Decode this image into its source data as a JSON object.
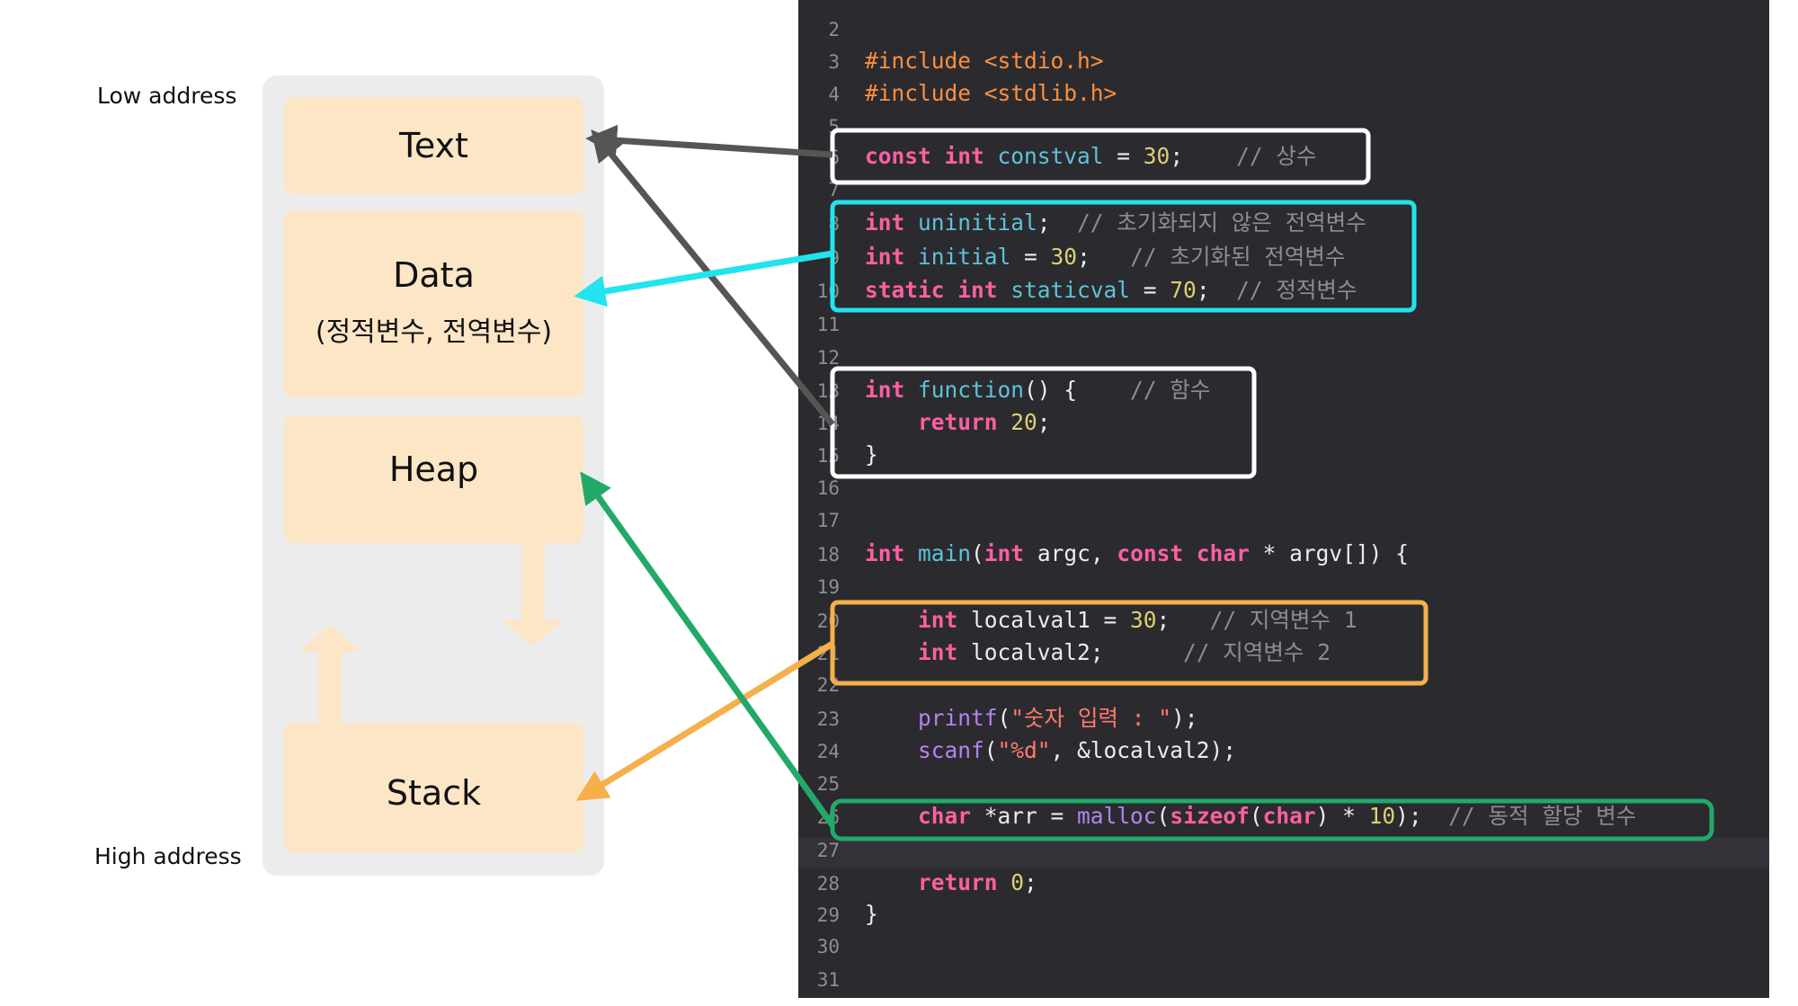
{
  "memory": {
    "low_label": "Low address",
    "high_label": "High address",
    "segments": {
      "text": "Text",
      "data": "Data",
      "data_sub": "(정적변수, 전역변수)",
      "heap": "Heap",
      "stack": "Stack"
    }
  },
  "colors": {
    "text_box": "#ffffff",
    "text_arrow": "#555555",
    "data": "#22e3ee",
    "stack": "#f5b04c",
    "heap": "#22a96a",
    "segment_fill": "#fde6c6",
    "panel_fill": "#ececec",
    "code_bg": "#2b2b2f"
  },
  "code": {
    "lines": [
      {
        "n": "2",
        "parts": []
      },
      {
        "n": "3",
        "parts": [
          {
            "t": "#include <stdio.h>",
            "c": "pp"
          }
        ]
      },
      {
        "n": "4",
        "parts": [
          {
            "t": "#include <stdlib.h>",
            "c": "pp"
          }
        ]
      },
      {
        "n": "5",
        "parts": []
      },
      {
        "n": "6",
        "parts": [
          {
            "t": "const int ",
            "c": "kw"
          },
          {
            "t": "constval",
            "c": "idf"
          },
          {
            "t": " = ",
            "c": "plain"
          },
          {
            "t": "30",
            "c": "num"
          },
          {
            "t": ";    ",
            "c": "plain"
          },
          {
            "t": "// 상수",
            "c": "cmt"
          }
        ]
      },
      {
        "n": "7",
        "parts": []
      },
      {
        "n": "8",
        "parts": [
          {
            "t": "int ",
            "c": "kw"
          },
          {
            "t": "uninitial",
            "c": "idf"
          },
          {
            "t": ";  ",
            "c": "plain"
          },
          {
            "t": "// 초기화되지 않은 전역변수",
            "c": "cmt"
          }
        ]
      },
      {
        "n": "9",
        "parts": [
          {
            "t": "int ",
            "c": "kw"
          },
          {
            "t": "initial",
            "c": "idf"
          },
          {
            "t": " = ",
            "c": "plain"
          },
          {
            "t": "30",
            "c": "num"
          },
          {
            "t": ";   ",
            "c": "plain"
          },
          {
            "t": "// 초기화된 전역변수",
            "c": "cmt"
          }
        ]
      },
      {
        "n": "10",
        "parts": [
          {
            "t": "static int ",
            "c": "kw"
          },
          {
            "t": "staticval",
            "c": "idf"
          },
          {
            "t": " = ",
            "c": "plain"
          },
          {
            "t": "70",
            "c": "num"
          },
          {
            "t": ";  ",
            "c": "plain"
          },
          {
            "t": "// 정적변수",
            "c": "cmt"
          }
        ]
      },
      {
        "n": "11",
        "parts": []
      },
      {
        "n": "12",
        "parts": []
      },
      {
        "n": "13",
        "parts": [
          {
            "t": "int ",
            "c": "kw"
          },
          {
            "t": "function",
            "c": "idf"
          },
          {
            "t": "() {    ",
            "c": "plain"
          },
          {
            "t": "// 함수",
            "c": "cmt"
          }
        ]
      },
      {
        "n": "14",
        "parts": [
          {
            "t": "    return ",
            "c": "kw"
          },
          {
            "t": "20",
            "c": "num"
          },
          {
            "t": ";",
            "c": "plain"
          }
        ]
      },
      {
        "n": "15",
        "parts": [
          {
            "t": "}",
            "c": "plain"
          }
        ]
      },
      {
        "n": "16",
        "parts": []
      },
      {
        "n": "17",
        "parts": []
      },
      {
        "n": "18",
        "parts": [
          {
            "t": "int ",
            "c": "kw"
          },
          {
            "t": "main",
            "c": "idf"
          },
          {
            "t": "(",
            "c": "plain"
          },
          {
            "t": "int ",
            "c": "kw"
          },
          {
            "t": "argc, ",
            "c": "plain"
          },
          {
            "t": "const char ",
            "c": "kw"
          },
          {
            "t": "* argv[]) {",
            "c": "plain"
          }
        ]
      },
      {
        "n": "19",
        "parts": []
      },
      {
        "n": "20",
        "parts": [
          {
            "t": "    int ",
            "c": "kw"
          },
          {
            "t": "localval1 = ",
            "c": "plain"
          },
          {
            "t": "30",
            "c": "num"
          },
          {
            "t": ";   ",
            "c": "plain"
          },
          {
            "t": "// 지역변수 1",
            "c": "cmt"
          }
        ]
      },
      {
        "n": "21",
        "parts": [
          {
            "t": "    int ",
            "c": "kw"
          },
          {
            "t": "localval2;      ",
            "c": "plain"
          },
          {
            "t": "// 지역변수 2",
            "c": "cmt"
          }
        ]
      },
      {
        "n": "22",
        "parts": []
      },
      {
        "n": "23",
        "parts": [
          {
            "t": "    printf",
            "c": "fn"
          },
          {
            "t": "(",
            "c": "plain"
          },
          {
            "t": "\"숫자 입력 : \"",
            "c": "str"
          },
          {
            "t": ");",
            "c": "plain"
          }
        ]
      },
      {
        "n": "24",
        "parts": [
          {
            "t": "    scanf",
            "c": "fn"
          },
          {
            "t": "(",
            "c": "plain"
          },
          {
            "t": "\"%d\"",
            "c": "str"
          },
          {
            "t": ", &localval2);",
            "c": "plain"
          }
        ]
      },
      {
        "n": "25",
        "parts": []
      },
      {
        "n": "26",
        "parts": [
          {
            "t": "    char ",
            "c": "kw"
          },
          {
            "t": "*arr = ",
            "c": "plain"
          },
          {
            "t": "malloc",
            "c": "fn"
          },
          {
            "t": "(",
            "c": "plain"
          },
          {
            "t": "sizeof",
            "c": "kw"
          },
          {
            "t": "(",
            "c": "plain"
          },
          {
            "t": "char",
            "c": "kw"
          },
          {
            "t": ") * ",
            "c": "plain"
          },
          {
            "t": "10",
            "c": "num"
          },
          {
            "t": ");  ",
            "c": "plain"
          },
          {
            "t": "// 동적 할당 변수",
            "c": "cmt"
          }
        ]
      },
      {
        "n": "27",
        "parts": []
      },
      {
        "n": "28",
        "parts": [
          {
            "t": "    return ",
            "c": "kw"
          },
          {
            "t": "0",
            "c": "num"
          },
          {
            "t": ";",
            "c": "plain"
          }
        ]
      },
      {
        "n": "29",
        "parts": [
          {
            "t": "}",
            "c": "plain"
          }
        ]
      },
      {
        "n": "30",
        "parts": []
      },
      {
        "n": "31",
        "parts": []
      }
    ]
  }
}
